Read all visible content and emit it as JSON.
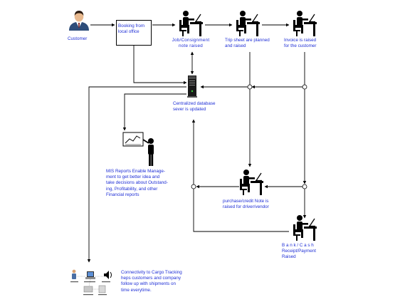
{
  "nodes": {
    "customer": {
      "label": "Customer"
    },
    "booking": {
      "label": "Booking  from\nlocal office"
    },
    "job_note": {
      "label": "Job/Consignment\nnote raised"
    },
    "trip_sheet": {
      "label": "Trip sheet are planned\nand raised"
    },
    "invoice": {
      "label": "Invoice  is  raised\nfor the customer"
    },
    "database": {
      "label": "Centralized      database\nsever is updated"
    },
    "mis_reports": {
      "label": "MIS Reports Enable Manage-\nment to get better idea and\ntake decisions about Outstand-\ning,  Profitability,   and   other\nFinancial reports"
    },
    "purchase_note": {
      "label": "purchase/credit  Note  is\nraised for driver/vendor"
    },
    "bank_receipt": {
      "label": "B a n k / C a s h\nReceipt/Payment\nRaised"
    },
    "cargo_tracking": {
      "label": "Connectivity to Cargo Tracking\nheps  customers  and  company\nfollow  up  with  shipments  on\ntime everytime."
    }
  },
  "colors": {
    "label_text": "#1f2fd6",
    "lines": "#000000",
    "customer_icon": "#2e4d7a"
  }
}
